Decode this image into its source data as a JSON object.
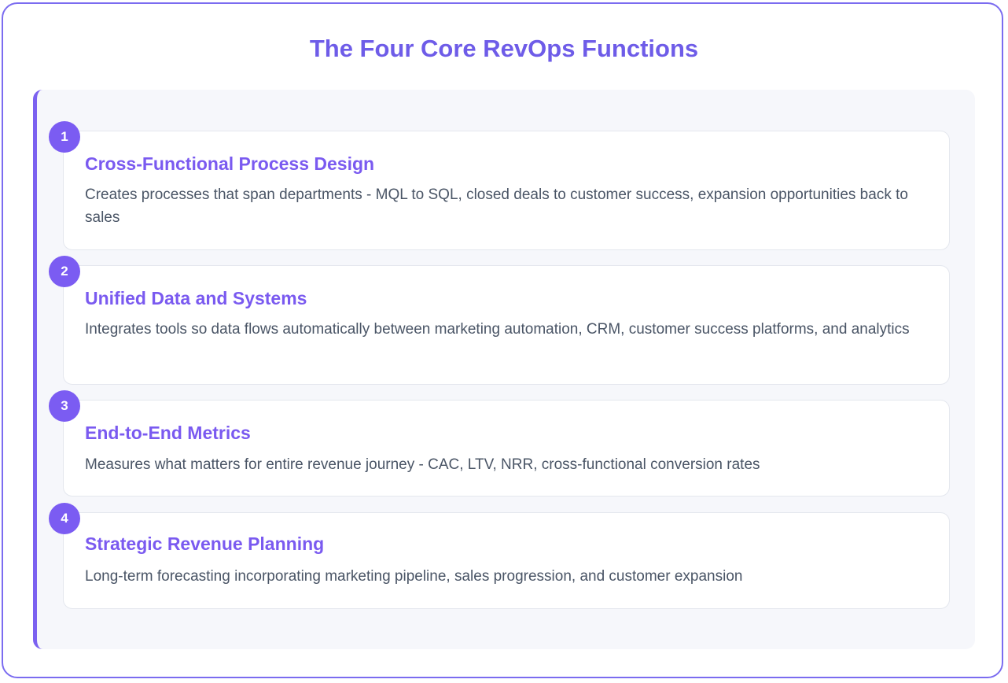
{
  "title": "The Four Core RevOps Functions",
  "accent_color": "#7b61f0",
  "items": [
    {
      "number": "1",
      "title": "Cross-Functional Process Design",
      "description": "Creates processes that span departments - MQL to SQL, closed deals to customer success, expansion opportunities back to sales"
    },
    {
      "number": "2",
      "title": "Unified Data and Systems",
      "description": "Integrates tools so data flows automatically between marketing automation, CRM, customer success platforms, and analytics"
    },
    {
      "number": "3",
      "title": "End-to-End Metrics",
      "description": "Measures what matters for entire revenue journey - CAC, LTV, NRR, cross-functional conversion rates"
    },
    {
      "number": "4",
      "title": "Strategic Revenue Planning",
      "description": "Long-term forecasting incorporating marketing pipeline, sales progression, and customer expansion"
    }
  ]
}
